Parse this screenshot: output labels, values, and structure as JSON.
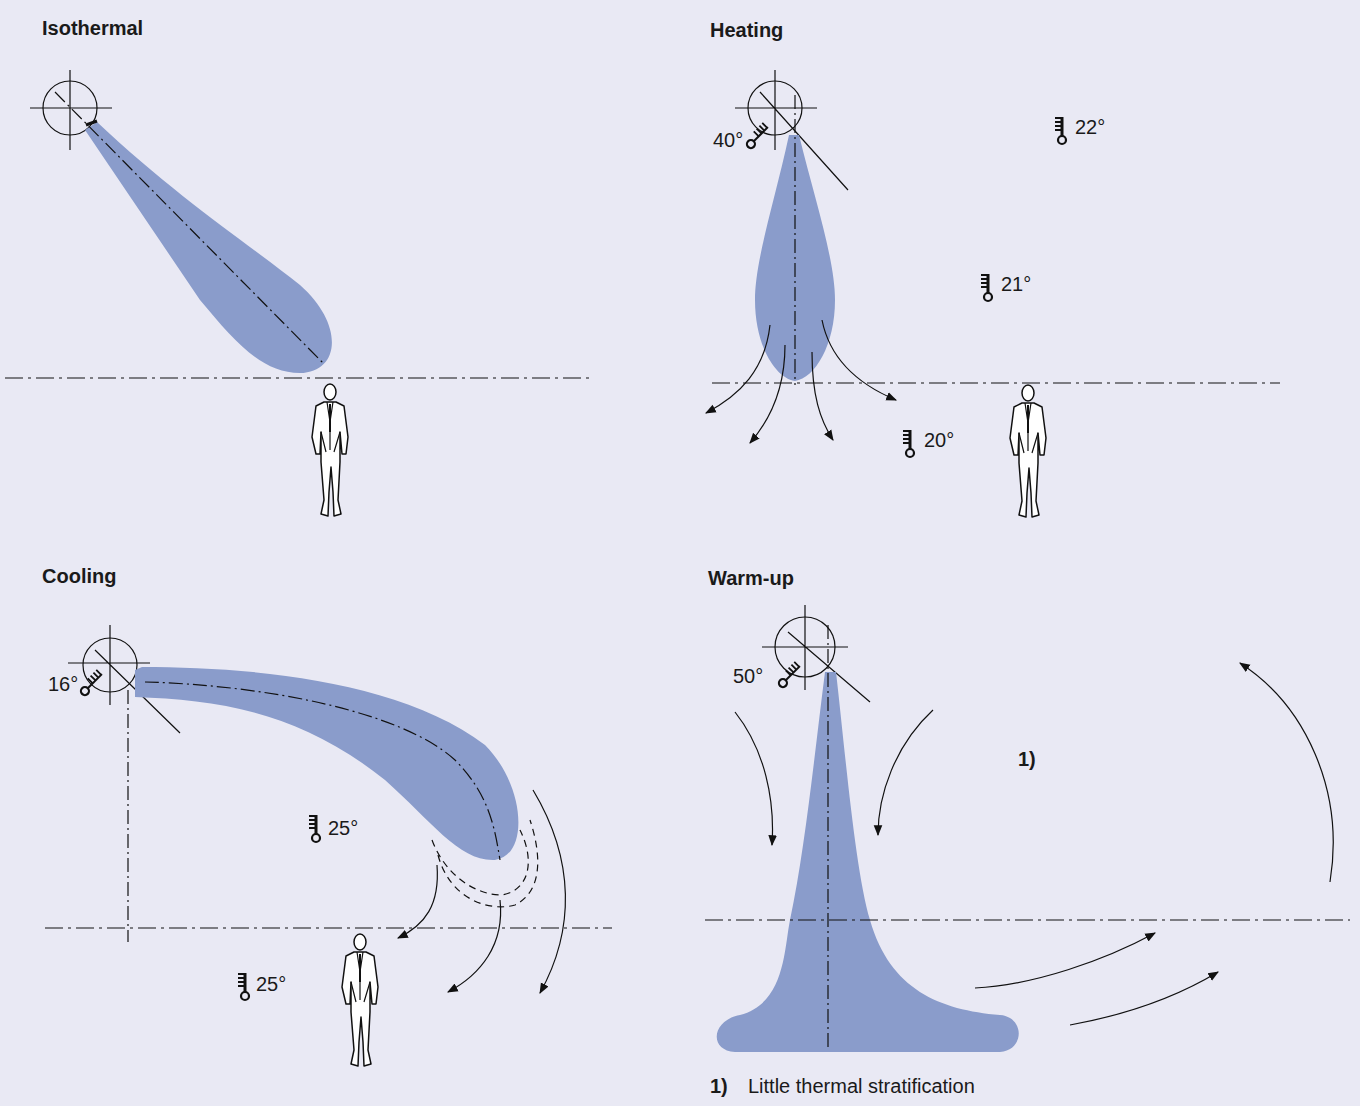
{
  "diagram": {
    "labels": [
      "Isothermal",
      "Heating",
      "40°",
      "22°",
      "21°",
      "20°",
      "Cooling",
      "16°",
      "25°",
      "25°",
      "Warm-up",
      "50°",
      "1)",
      "1)",
      "Little thermal stratification"
    ]
  }
}
